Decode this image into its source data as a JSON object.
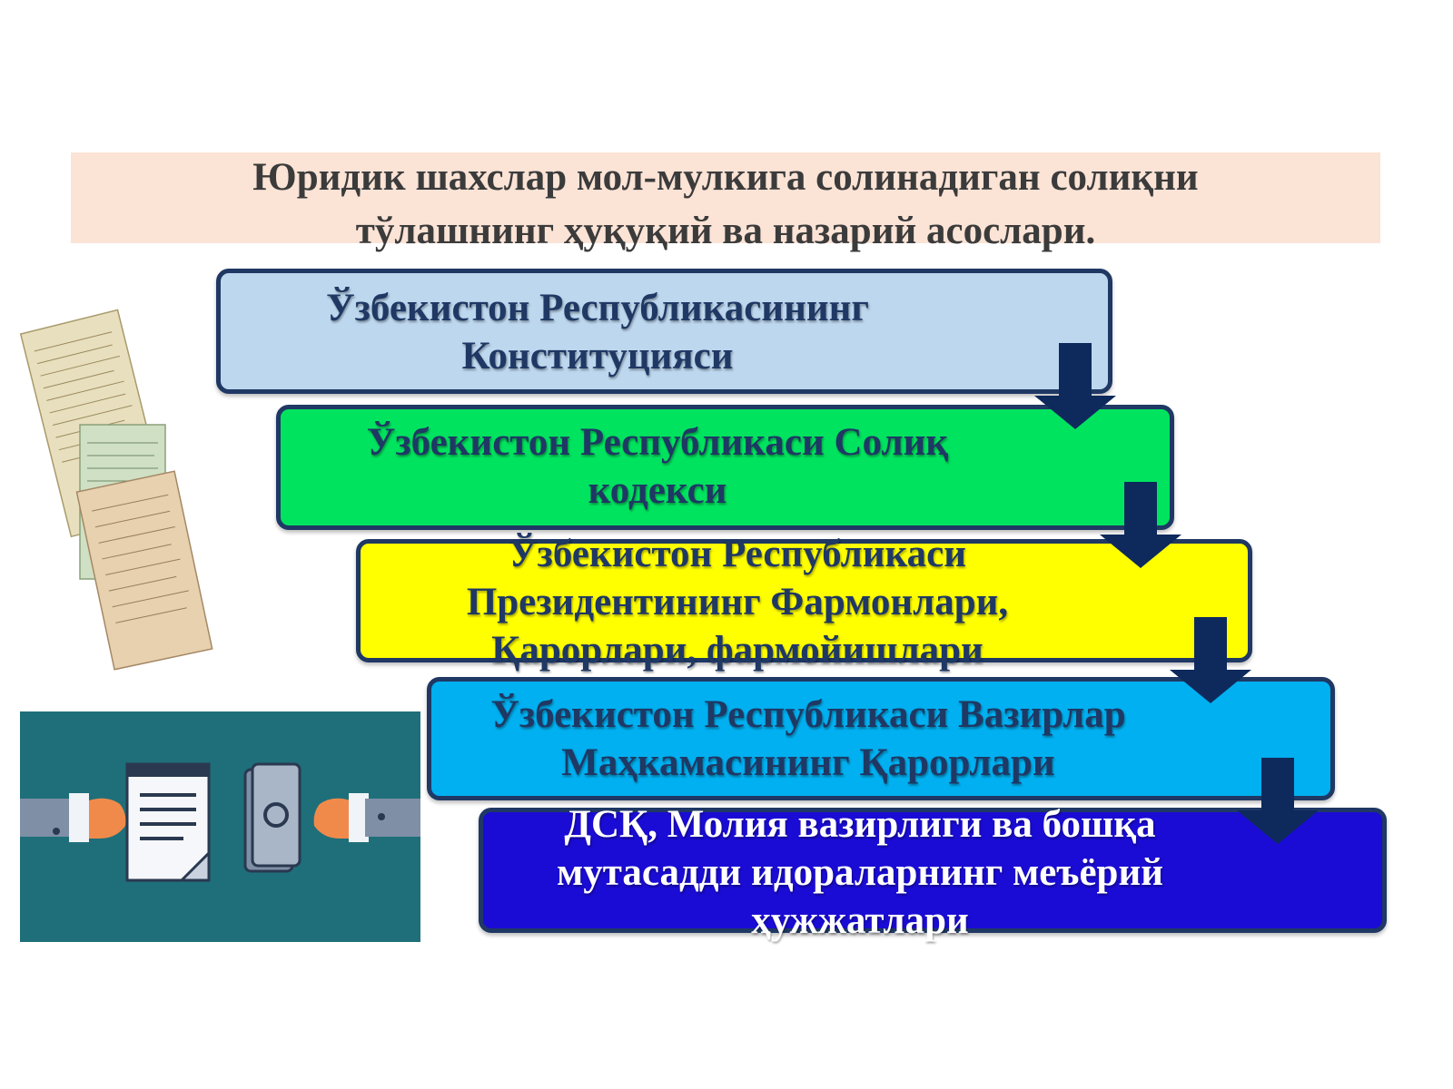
{
  "title": "Юридик шахслар мол-мулкига солинадиган солиқни\nтўлашнинг ҳуқуқий ва назарий асослари.",
  "steps": [
    {
      "text": "Ўзбекистон Республикасининг\nКонституцияси",
      "fill": "#bdd7ee",
      "text_color": "#1f3864"
    },
    {
      "text": "Ўзбекистон Республикаси Солиқ\nкодекси",
      "fill": "#00e35f",
      "text_color": "#1f3864"
    },
    {
      "text": "Ўзбекистон Республикаси\nПрезидентининг Фармонлари,\nҚарорлари, фармойишлари",
      "fill": "#ffff00",
      "text_color": "#1f3864"
    },
    {
      "text": "Ўзбекистон Республикаси Вазирлар\nМаҳкамасининг Қарорлари",
      "fill": "#00b0f0",
      "text_color": "#1f3864"
    },
    {
      "text": "ДСҚ, Молия вазирлиги ва бошқа\nмутасадди идораларнинг меъёрий\nҳужжатлари",
      "fill": "#1a0cd4",
      "text_color": "#ffffff"
    }
  ],
  "colors": {
    "border": "#1f3864",
    "arrow": "#0e2a5c",
    "title_bg": "#fbe3d6",
    "illustration_bg": "#1e6f7a"
  },
  "icons": [
    "documents-illustration",
    "handshake-exchange-illustration"
  ]
}
